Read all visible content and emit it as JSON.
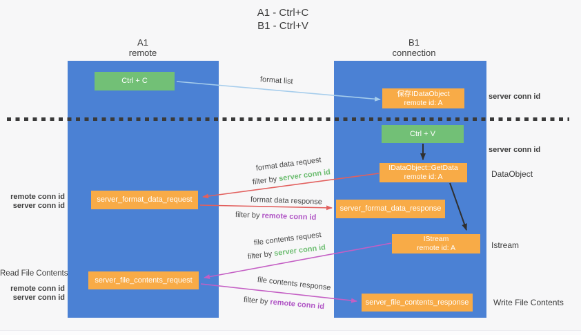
{
  "title": {
    "line1": "A1 - Ctrl+C",
    "line2": "B1 - Ctrl+V"
  },
  "lanes": {
    "left": {
      "header_line1": "A1",
      "header_line2": "remote"
    },
    "right": {
      "header_line1": "B1",
      "header_line2": "connection"
    }
  },
  "nodes": {
    "ctrl_c": "Ctrl + C",
    "ctrl_v": "Ctrl + V",
    "save_idataobject": {
      "line1": "保存IDataObject",
      "line2": "remote id: A"
    },
    "getdata": {
      "line1": "IDataObject::GetData",
      "line2": "remote id: A"
    },
    "istream": {
      "line1": "IStream",
      "line2": "remote id: A"
    },
    "format_request": "server_format_data_request",
    "format_response": "server_format_data_response",
    "file_request": "server_file_contents_request",
    "file_response": "server_file_contents_response"
  },
  "edge_labels": {
    "format_list": "format list",
    "format_data_request": "format data request",
    "format_data_response": "format data response",
    "file_contents_request": "file contents request",
    "file_contents_response": "file contents response",
    "filter_by": "filter by ",
    "server_conn_id": "server conn id",
    "remote_conn_id": "remote conn id"
  },
  "side_labels": {
    "server_conn_id_top": "server conn id",
    "server_conn_id_mid": "server conn id",
    "dataobject": "DataObject",
    "istream": "Istream",
    "write_file_contents": "Write File Contents",
    "read_file_contents": "Read File Contents",
    "remote_conn_id_1": "remote conn id",
    "server_conn_id_1": "server conn id",
    "remote_conn_id_2": "remote conn id",
    "server_conn_id_2": "server conn id"
  },
  "colors": {
    "lane_blue": "#4b81d4",
    "node_green": "#72c076",
    "node_orange": "#f8ab47",
    "arrow_light_blue": "#a6cdec",
    "arrow_black": "#2f2f2f",
    "arrow_red": "#e2605e",
    "arrow_magenta": "#c45fc4",
    "text_green": "#6dbd71",
    "text_purple": "#b055c5",
    "background": "#f7f7f8"
  }
}
